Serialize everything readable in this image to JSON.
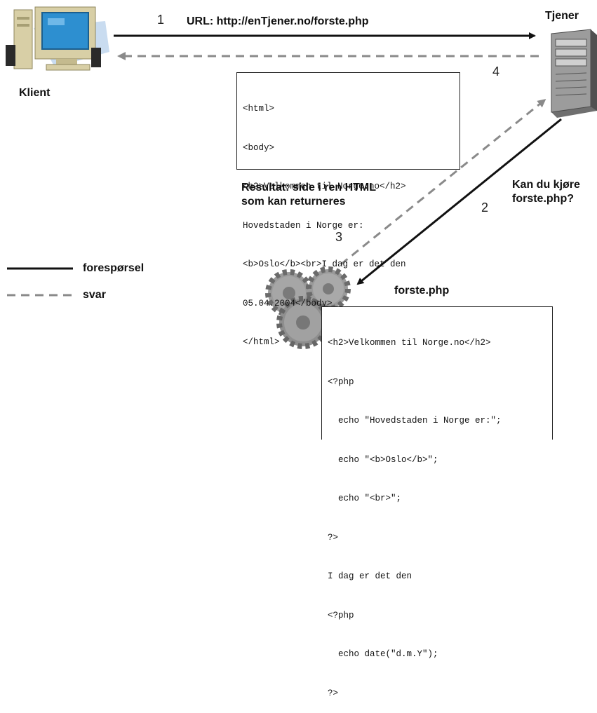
{
  "labels": {
    "client": "Klient",
    "server": "Tjener",
    "step1": "1",
    "step2": "2",
    "step3": "3",
    "step4": "4",
    "request_url": "URL: http://enTjener.no/forste.php",
    "server_question_line1": "Kan du kjøre",
    "server_question_line2": "forste.php?",
    "result_line1": "Resultat: side i ren HTML",
    "result_line2": "som kan returneres",
    "php_file": "forste.php"
  },
  "legend": {
    "request": "forespørsel",
    "response": "svar"
  },
  "html_output": [
    "<html>",
    "<body>",
    "<h2>Velkommen til Norge.no</h2>",
    "Hovedstaden i Norge er:",
    "<b>Oslo</b><br>I dag er det den",
    "05.04.2004</body>",
    "</html>"
  ],
  "php_source": [
    "<h2>Velkommen til Norge.no</h2>",
    "<?php",
    "  echo \"Hovedstaden i Norge er:\";",
    "  echo \"<b>Oslo</b>\";",
    "  echo \"<br>\";",
    "?>",
    "I dag er det den",
    "<?php",
    "  echo date(\"d.m.Y\");",
    "?>"
  ],
  "colors": {
    "request_line": "#111111",
    "response_line": "#8a8a8a",
    "monitor_case": "#d8cfa6",
    "screen": "#2d8fd0",
    "server_case": "#6f6f6f",
    "gear": "#9a9a9a"
  },
  "icons": {
    "client": "computer-icon",
    "server": "server-tower-icon",
    "php": "gears-icon"
  }
}
